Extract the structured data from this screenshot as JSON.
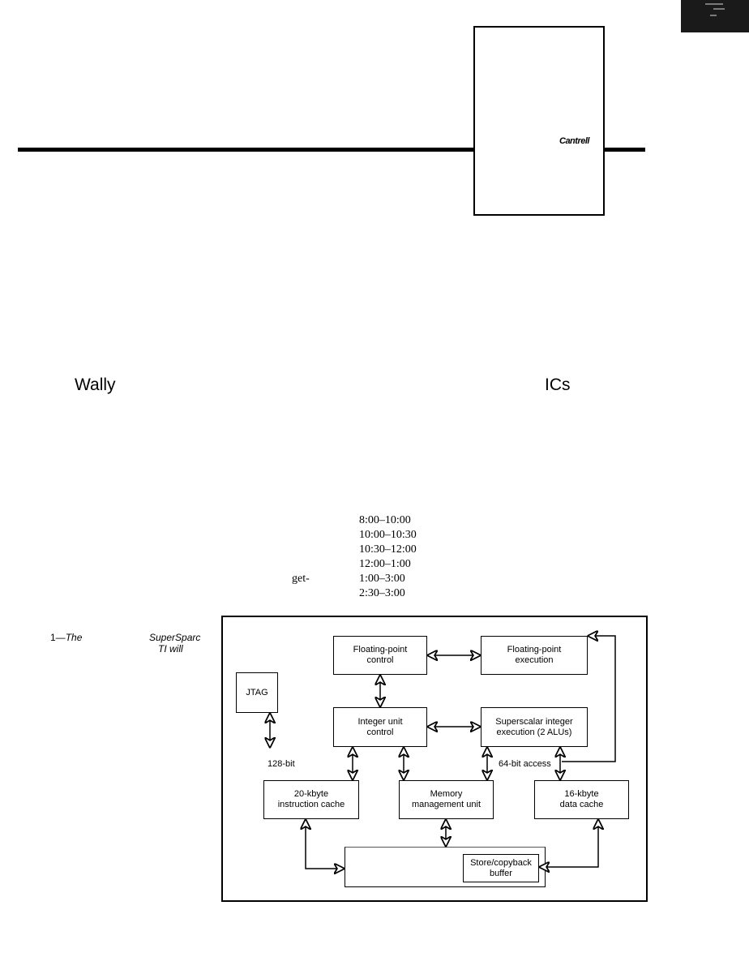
{
  "sidebar": {
    "author": "Cantrell"
  },
  "body_fragments": {
    "wally": "Wally",
    "ics": "ICs",
    "get": "get-"
  },
  "schedule": {
    "times": [
      "8:00–10:00",
      "10:00–10:30",
      "10:30–12:00",
      "12:00–1:00",
      "1:00–3:00",
      "2:30–3:00"
    ]
  },
  "figure": {
    "caption_line1_prefix": "1—",
    "caption_line1_word": "The",
    "caption_line1_product": "SuperSparc",
    "caption_line2": "TI will",
    "blocks": {
      "fp_control": "Floating-point\ncontrol",
      "fp_execution": "Floating-point\nexecution",
      "jtag": "JTAG",
      "int_control": "Integer unit\ncontrol",
      "superscalar": "Superscalar integer\nexecution (2 ALUs)",
      "icache": "20-kbyte\ninstruction cache",
      "mmu": "Memory\nmanagement unit",
      "dcache": "16-kbyte\ndata cache",
      "store_buffer": "Store/copyback\nbuffer"
    },
    "labels": {
      "bit128": "128-bit",
      "access64": "64-bit access"
    }
  }
}
